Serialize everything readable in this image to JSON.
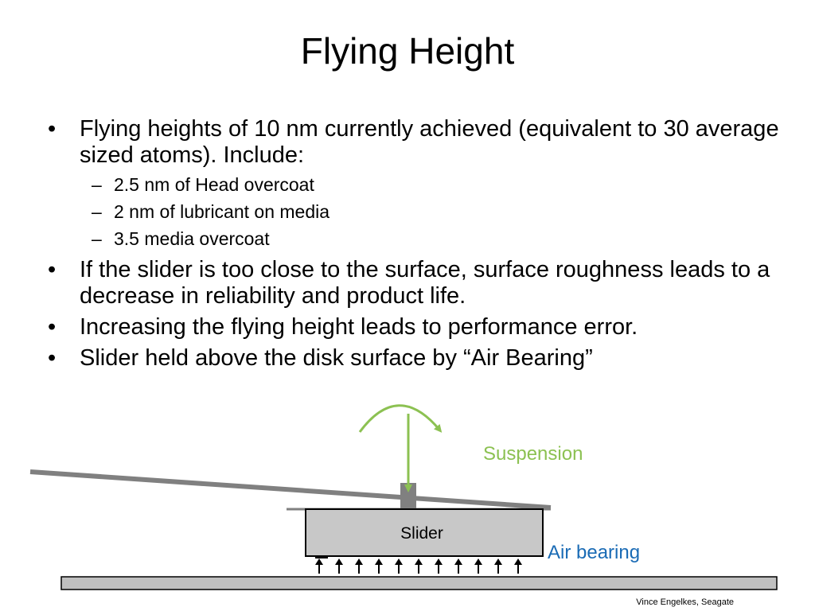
{
  "slide": {
    "title": "Flying Height",
    "bullets": [
      {
        "text": "Flying heights of 10 nm currently achieved (equivalent to 30 average sized atoms). Include:",
        "subs": [
          "2.5 nm of Head overcoat",
          "2 nm of lubricant on media",
          "3.5 media overcoat"
        ]
      },
      {
        "text": "If the slider is too close to the surface, surface roughness leads to a decrease in reliability and product life."
      },
      {
        "text": "Increasing the flying height leads to performance error."
      },
      {
        "text": "Slider held above the disk surface by “Air Bearing”"
      }
    ],
    "bullet_char": "•",
    "sub_bullet_char": "–",
    "footer": "Vince Engelkes, Seagate"
  },
  "diagram": {
    "slider_label": "Slider",
    "suspension_label": "Suspension",
    "air_bearing_label": "Air bearing",
    "air_bearing_arrow_count": 11,
    "colors": {
      "suspension_green": "#8cc152",
      "air_bearing_blue": "#1a6bb5",
      "slider_fill": "#c8c8c8",
      "gray_structure": "#808080",
      "disk_fill": "#c0c0c0"
    }
  }
}
